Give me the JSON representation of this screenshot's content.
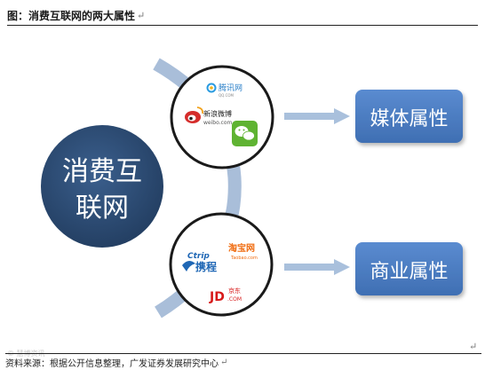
{
  "header": {
    "title": "图：消费互联网的两大属性",
    "return_mark": "↵"
  },
  "center": {
    "line1": "消费互",
    "line2": "联网"
  },
  "top_cluster": {
    "brands": {
      "tencent": "腾讯网",
      "tencent_sub": "QQ.COM",
      "weibo": "新浪微博",
      "weibo_sub": "weibo.com"
    }
  },
  "bottom_cluster": {
    "brands": {
      "ctrip_en": "Ctrip",
      "ctrip_cn": "携程",
      "taobao": "淘宝网",
      "taobao_sub": "Taobao.com",
      "jd_cn": "京东",
      "jd_en": "JD",
      "jd_sub": ".COM"
    }
  },
  "attributes": {
    "media": "媒体属性",
    "commerce": "商业属性"
  },
  "footer": {
    "source": "资料来源：根据公开信息整理，广发证券发展研究中心",
    "return_mark": "↵"
  },
  "watermark": "© 慧博资讯",
  "colors": {
    "center_circle": "#2f4f78",
    "attribute_box": "#4f7fc3",
    "arrow": "#a9c0dc",
    "connector": "#a9bed9",
    "weibo_red": "#d52c2a",
    "wechat_green": "#5fb332",
    "taobao_orange": "#f06c10",
    "ctrip_blue": "#1f67b5",
    "jd_red": "#d71a1a"
  }
}
